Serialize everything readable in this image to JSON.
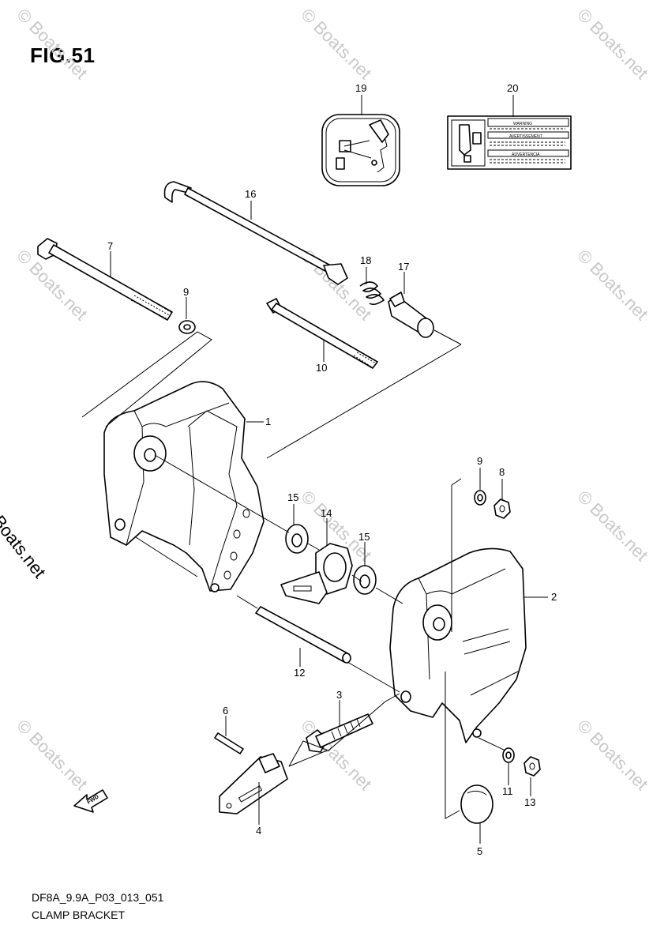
{
  "figure": {
    "title": "FIG.51",
    "code": "DF8A_9.9A_P03_013_051",
    "name": "CLAMP BRACKET"
  },
  "watermark": {
    "text": "© Boats.net"
  },
  "fwd_label": "FWD",
  "callouts": {
    "c1": "1",
    "c2": "2",
    "c3": "3",
    "c4": "4",
    "c5": "5",
    "c6": "6",
    "c7": "7",
    "c8": "8",
    "c9a": "9",
    "c9b": "9",
    "c10": "10",
    "c11": "11",
    "c12": "12",
    "c13": "13",
    "c14": "14",
    "c15a": "15",
    "c15b": "15",
    "c16": "16",
    "c17": "17",
    "c18": "18",
    "c19": "19",
    "c20": "20"
  },
  "label_20_lines": [
    "WARNING",
    "AVERTISSEMENT",
    "ADVERTENCIA"
  ]
}
